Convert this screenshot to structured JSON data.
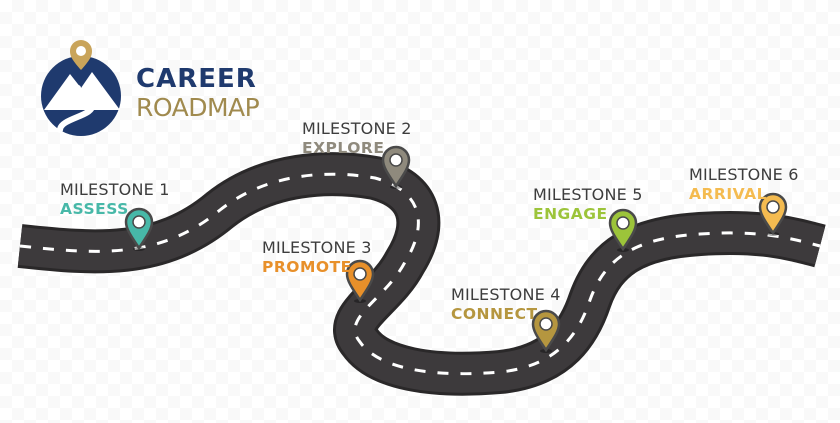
{
  "logo": {
    "line1": "CAREER",
    "line2": "ROADMAP",
    "line1_color": "#1f3a6e",
    "line2_color": "#a08a4e",
    "emblem_color": "#1f3a6e",
    "pin_color": "#c9a45a",
    "emblem_icon": "mountain-road-icon"
  },
  "road": {
    "asphalt_color": "#3d3a3c",
    "edge_color": "#2a2829",
    "dash_color": "#ffffff"
  },
  "milestones": [
    {
      "label": "MILESTONE 1",
      "word": "ASSESS",
      "color": "#47b8a8",
      "icon": "map-pin-icon"
    },
    {
      "label": "MILESTONE 2",
      "word": "EXPLORE",
      "color": "#8f8a7d",
      "icon": "map-pin-icon"
    },
    {
      "label": "MILESTONE 3",
      "word": "PROMOTE",
      "color": "#e8902a",
      "icon": "map-pin-icon"
    },
    {
      "label": "MILESTONE 4",
      "word": "CONNECT",
      "color": "#b5963f",
      "icon": "map-pin-icon"
    },
    {
      "label": "MILESTONE 5",
      "word": "ENGAGE",
      "color": "#9cc43a",
      "icon": "map-pin-icon"
    },
    {
      "label": "MILESTONE 6",
      "word": "ARRIVAL",
      "color": "#f4bb50",
      "icon": "map-pin-icon"
    }
  ]
}
